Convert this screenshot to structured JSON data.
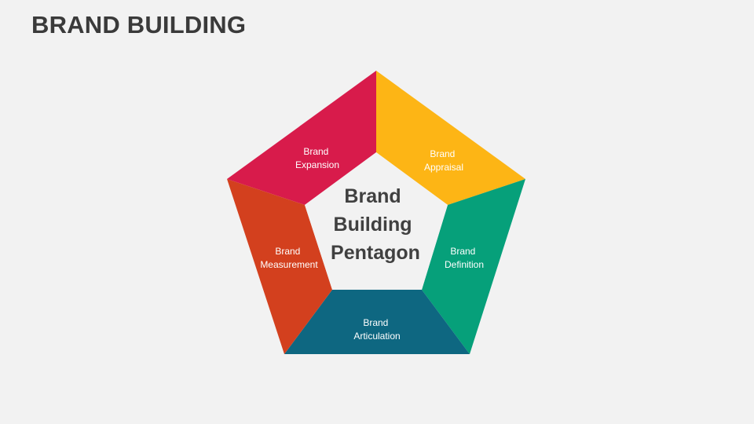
{
  "slide": {
    "title": "BRAND BUILDING"
  },
  "diagram": {
    "center": {
      "lines": [
        "Brand",
        "Building",
        "Pentagon"
      ]
    },
    "segments": [
      {
        "id": "expansion",
        "line1": "Brand",
        "line2": "Expansion",
        "color": "#d81b4b"
      },
      {
        "id": "appraisal",
        "line1": "Brand",
        "line2": "Appraisal",
        "color": "#fdb515"
      },
      {
        "id": "definition",
        "line1": "Brand",
        "line2": "Definition",
        "color": "#06a07a"
      },
      {
        "id": "articulation",
        "line1": "Brand",
        "line2": "Articulation",
        "color": "#0e6781"
      },
      {
        "id": "measurement",
        "line1": "Brand",
        "line2": "Measurement",
        "color": "#d3401e"
      }
    ],
    "background_color": "#f2f2f2"
  }
}
